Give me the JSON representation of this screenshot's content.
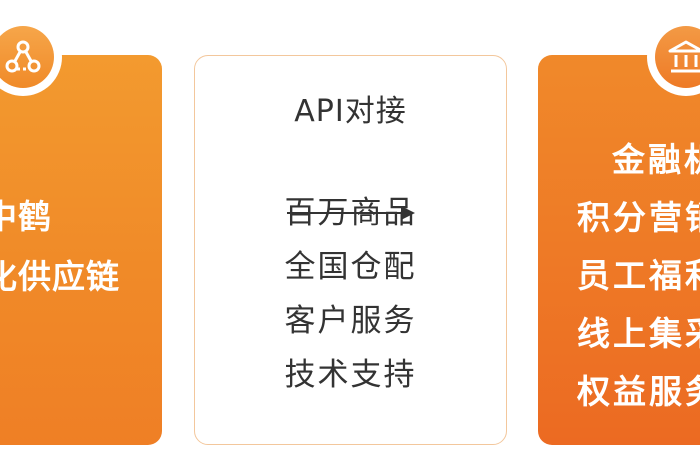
{
  "left_card": {
    "icon": "network-nodes-icon",
    "lines": [
      "中鹤",
      "化供应链"
    ]
  },
  "center_card": {
    "title": "API对接",
    "arrow_icon": "right-arrow-icon",
    "items": [
      "百万商品",
      "全国仓配",
      "客户服务",
      "技术支持"
    ]
  },
  "right_card": {
    "icon": "bank-building-icon",
    "lines": [
      "金融机",
      "积分营销",
      "员工福利",
      "线上集采",
      "权益服务"
    ]
  },
  "colors": {
    "orange_light": "#f39a2f",
    "orange_dark": "#ec6a22",
    "center_border": "#f3c79c",
    "text_dark": "#333333"
  }
}
